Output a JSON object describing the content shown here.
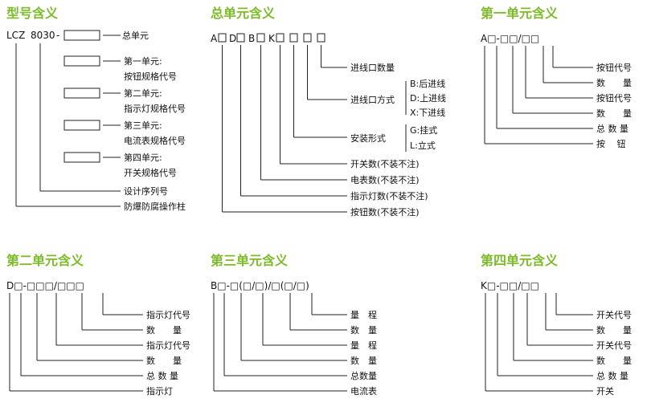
{
  "panels": {
    "model": {
      "title": "型号含义",
      "prefix": "LCZ",
      "number": "8030",
      "dash": "-",
      "labels": [
        "总单元",
        "第一单元:",
        "按钮规格代号",
        "第二单元:",
        "指示灯规格代号",
        "第三单元:",
        "电流表规格代号",
        "第四单元:",
        "开关规格代号",
        "设计序列号",
        "防爆防腐操作柱"
      ]
    },
    "total": {
      "title": "总单元含义",
      "code_letters": [
        "A",
        "D",
        "B",
        "K"
      ],
      "labels": [
        "进线口数量",
        "进线口方式",
        "B:后进线",
        "D:上进线",
        "X:下进线",
        "安装形式",
        "G:挂式",
        "L:立式",
        "开关数(不装不注)",
        "电表数(不装不注)",
        "指示灯数(不装不注)",
        "按钮数(不装不注)"
      ]
    },
    "first": {
      "title": "第一单元含义",
      "code": "A□-□□/□□",
      "labels": [
        "按钮代号",
        "数　　量",
        "按钮代号",
        "数　　量",
        "总 数 量",
        "按　 钮"
      ]
    },
    "second": {
      "title": "第二单元含义",
      "code": "D□-□□□/□□□",
      "labels": [
        "指示灯代号",
        "数　　量",
        "指示灯代号",
        "数　　量",
        "总 数 量",
        "指示灯"
      ]
    },
    "third": {
      "title": "第三单元含义",
      "code": "B□-□(□/□)/□(□/□)",
      "labels": [
        "量　程",
        "数　量",
        "量　程",
        "数　量",
        "总数量",
        "电流表"
      ]
    },
    "fourth": {
      "title": "第四单元含义",
      "code": "K□-□□/□□",
      "labels": [
        "开关代号",
        "数　　量",
        "开关代号",
        "数　　量",
        "总 数 量",
        "开关"
      ]
    }
  }
}
